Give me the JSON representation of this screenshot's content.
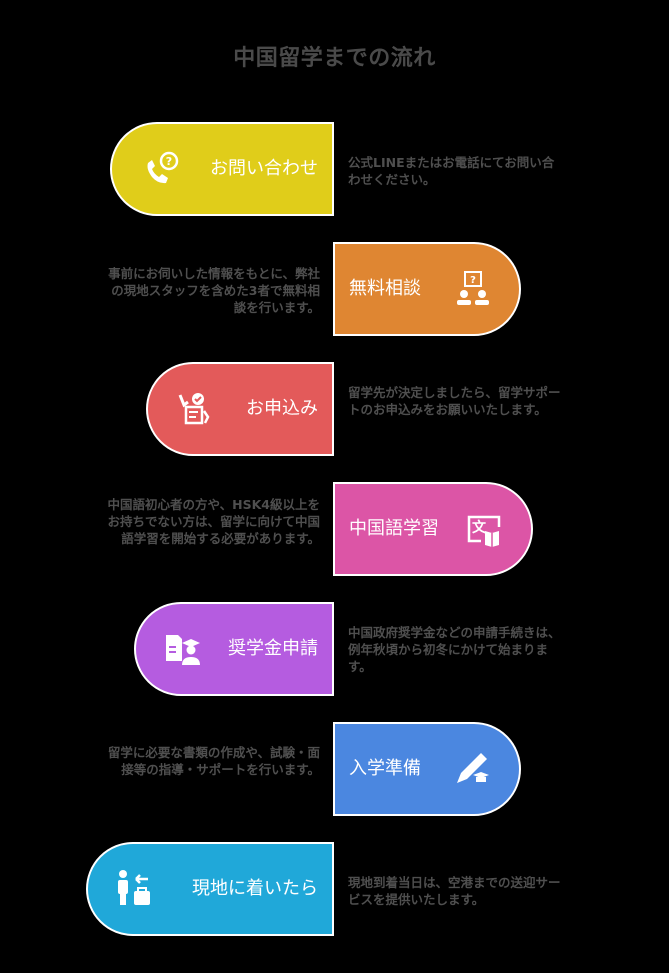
{
  "title": "中国留学までの流れ",
  "steps": [
    {
      "label": "お問い合わせ",
      "icon": "phone-question-icon",
      "color": "#e0cd1a",
      "side": "left",
      "description": "公式LINEまたはお電話にてお問い合わせください。"
    },
    {
      "label": "無料相談",
      "icon": "consultation-icon",
      "color": "#df8632",
      "side": "right",
      "description": "事前にお伺いした情報をもとに、弊社の現地スタッフを含めた3者で無料相談を行います。"
    },
    {
      "label": "お申込み",
      "icon": "application-form-icon",
      "color": "#e35a5a",
      "side": "left",
      "description": "留学先が決定しましたら、留学サポートのお申込みをお願いいたします。"
    },
    {
      "label": "中国語学習",
      "icon": "language-learning-icon",
      "color": "#dc55a6",
      "side": "right",
      "description": "中国語初心者の方や、HSK4級以上をお持ちでない方は、留学に向けて中国語学習を開始する必要があります。"
    },
    {
      "label": "奨学金申請",
      "icon": "scholarship-icon",
      "color": "#b55ce0",
      "side": "left",
      "description": "中国政府奨学金などの申請手続きは、例年秋頃から初冬にかけて始まります。"
    },
    {
      "label": "入学準備",
      "icon": "enrollment-prep-icon",
      "color": "#4b87e0",
      "side": "right",
      "description": "留学に必要な書類の作成や、試験・面接等の指導・サポートを行います。"
    },
    {
      "label": "現地に着いたら",
      "icon": "arrival-luggage-icon",
      "color": "#20a8d9",
      "side": "left",
      "description": "現地到着当日は、空港までの送迎サービスを提供いたします。"
    }
  ]
}
